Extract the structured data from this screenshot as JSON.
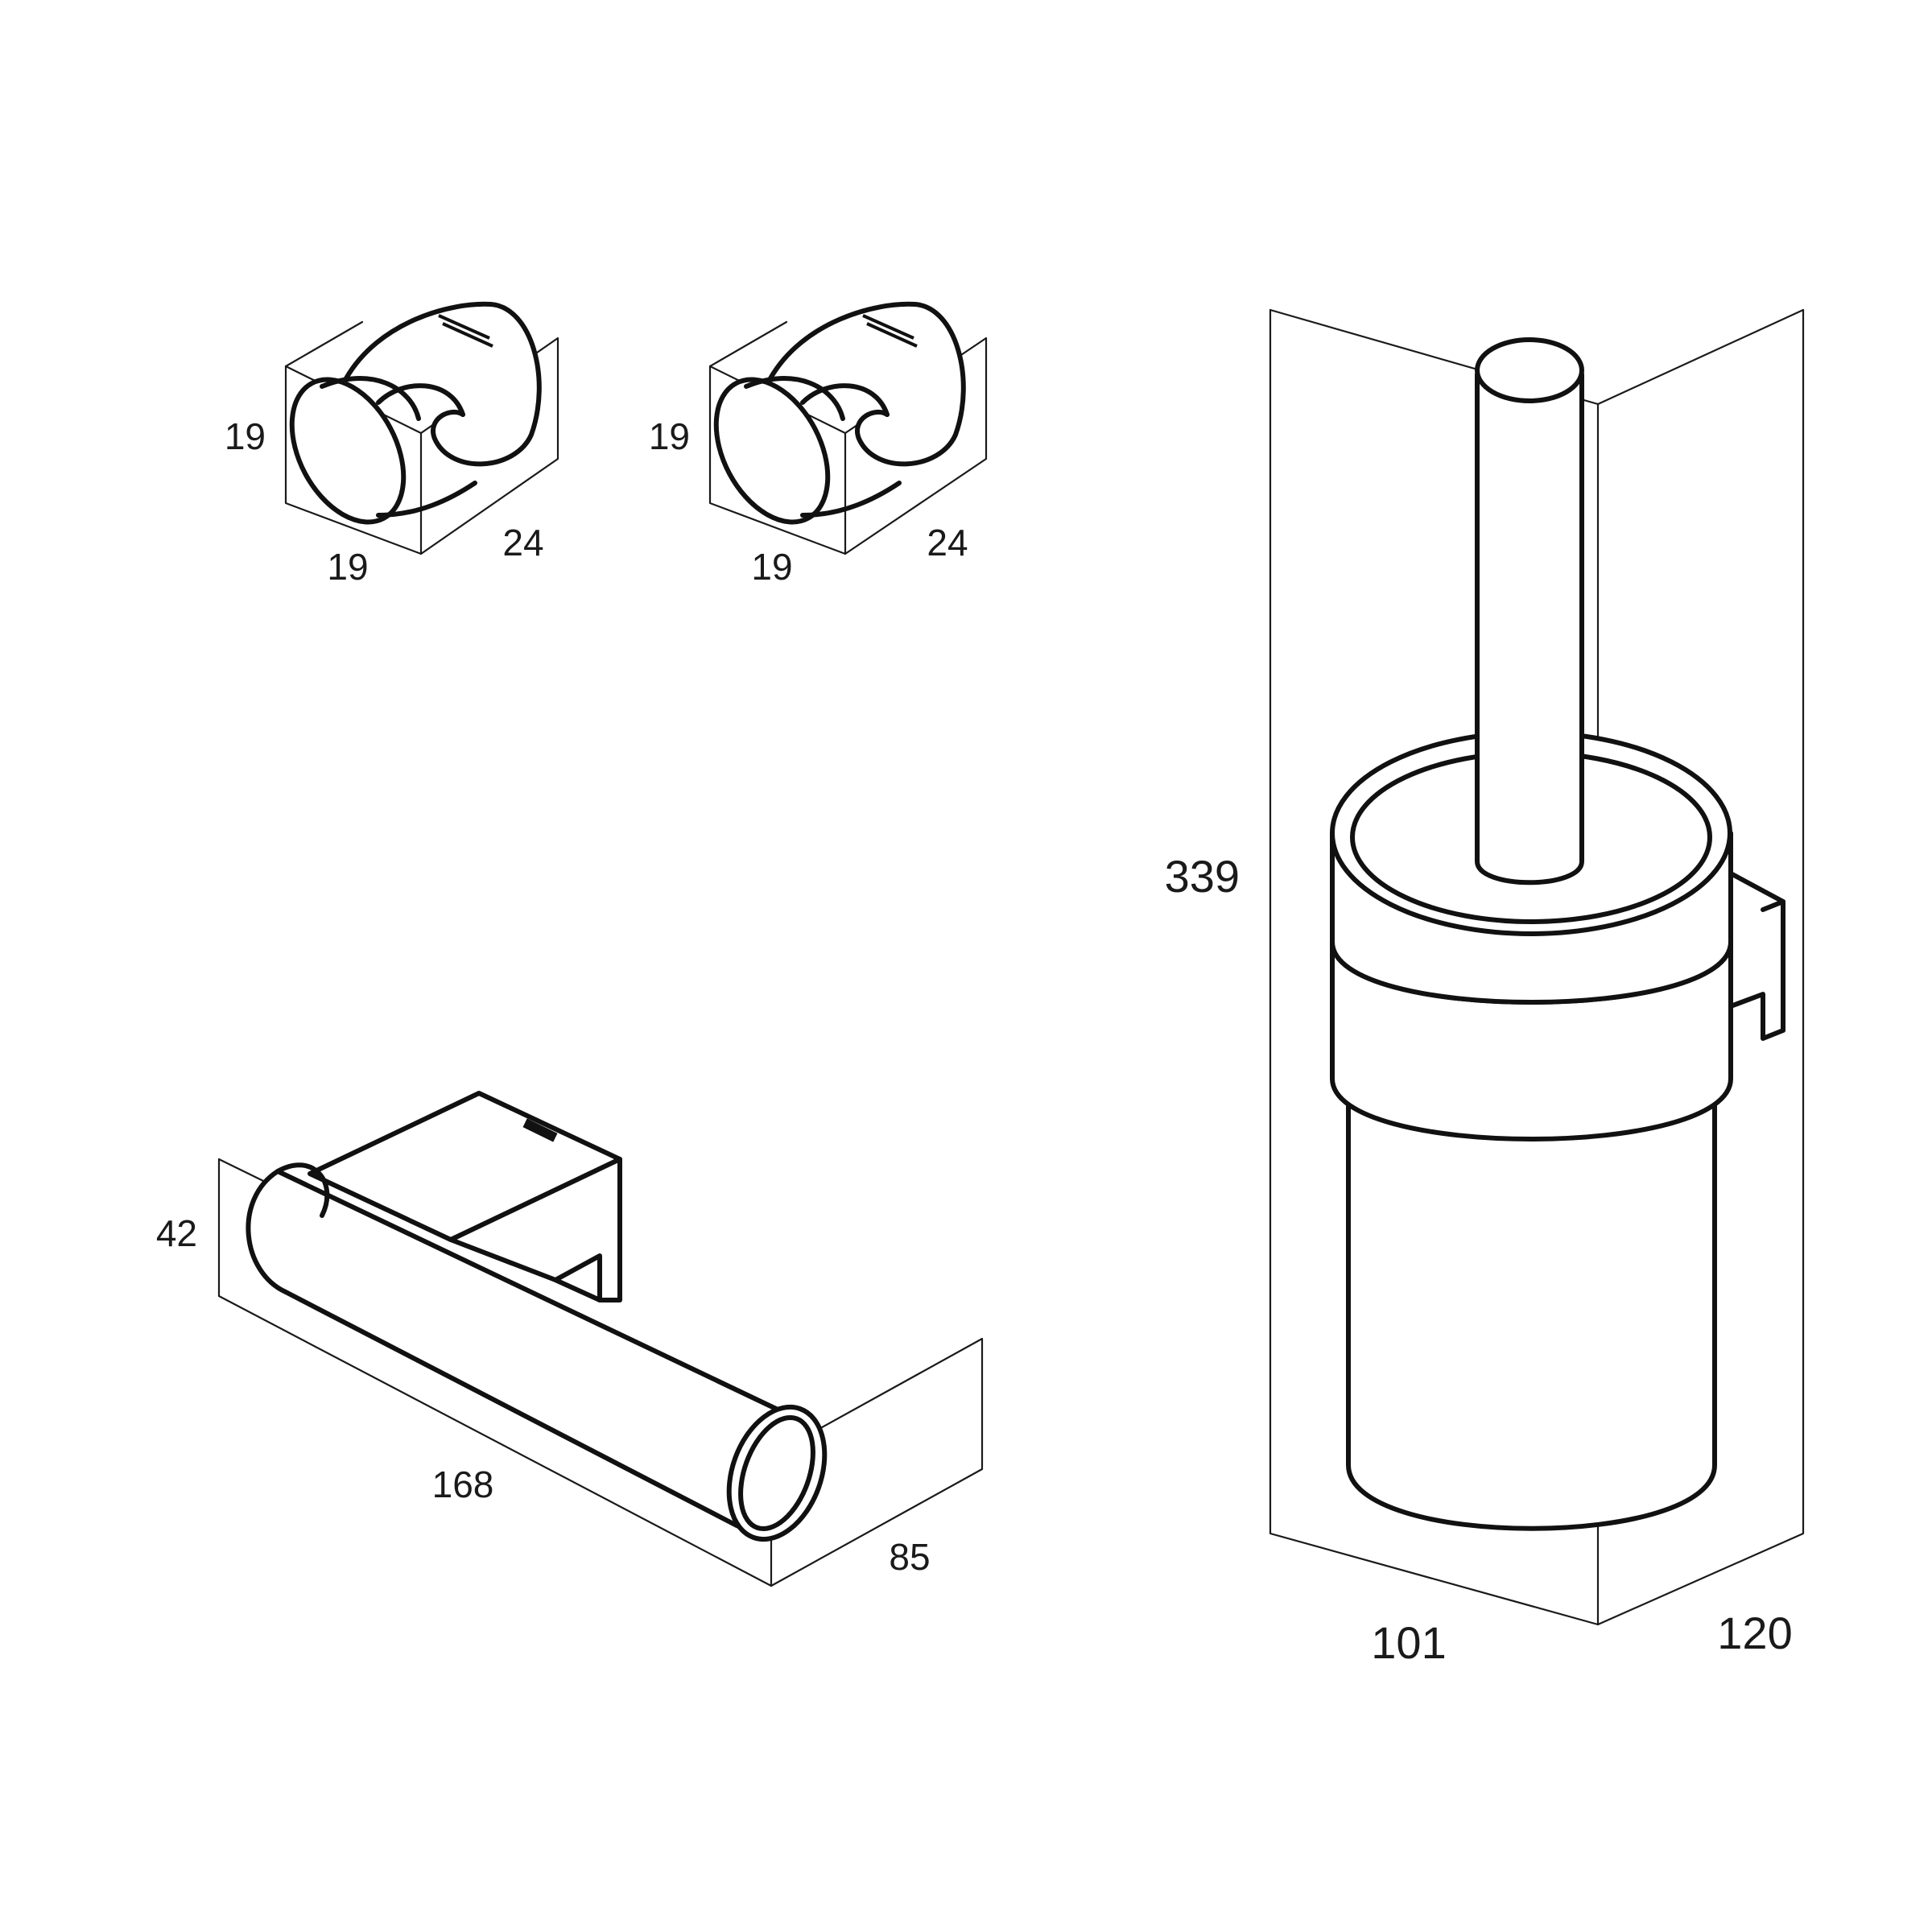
{
  "diagram": {
    "hook_left": {
      "height": "19",
      "width": "19",
      "depth": "24"
    },
    "hook_right": {
      "height": "19",
      "width": "19",
      "depth": "24"
    },
    "paper_holder": {
      "height": "42",
      "length": "168",
      "depth": "85"
    },
    "brush_holder": {
      "height": "339",
      "width": "101",
      "depth": "120"
    }
  }
}
